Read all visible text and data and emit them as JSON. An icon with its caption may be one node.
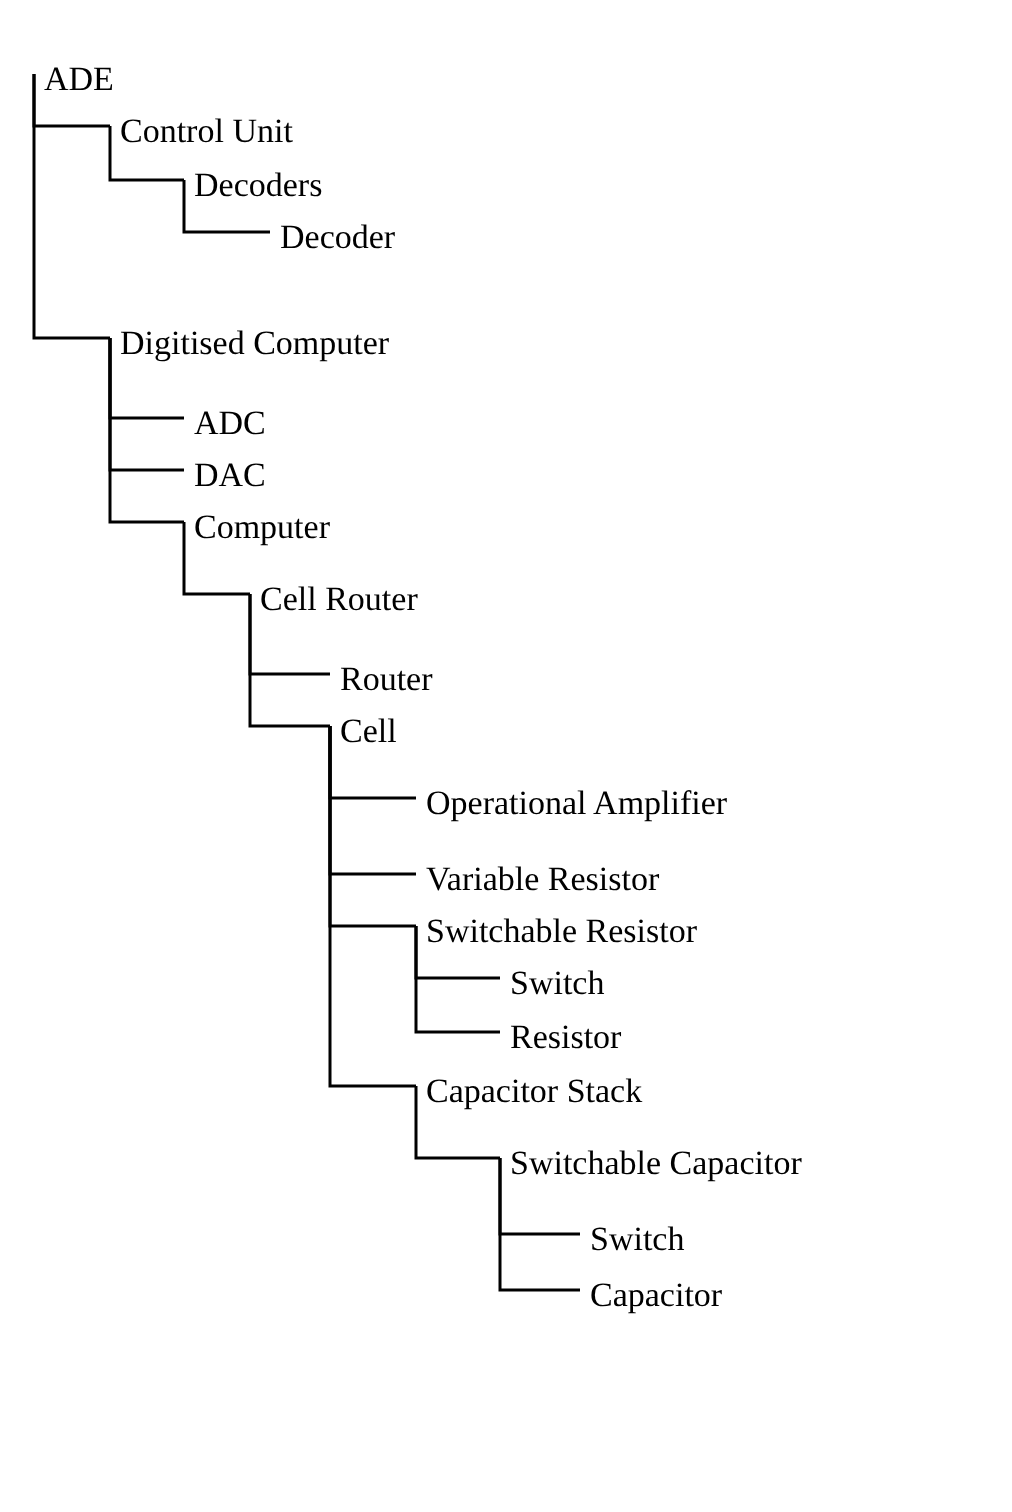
{
  "diagram": {
    "nodes": [
      {
        "text": [
          "ADE"
        ]
      },
      {
        "text": [
          "Control Unit"
        ]
      },
      {
        "text": [
          "Decoders"
        ]
      },
      {
        "text": [
          "Decoder"
        ]
      },
      {
        "text": [
          "Digitised Computer"
        ]
      },
      {
        "text": [
          "ADC"
        ]
      },
      {
        "text": [
          "DAC"
        ]
      },
      {
        "text": [
          "Computer"
        ]
      },
      {
        "text": [
          "Cell Router"
        ]
      },
      {
        "text": [
          "Router"
        ]
      },
      {
        "text": [
          "Cell"
        ]
      },
      {
        "text": [
          "Operational Amplifier"
        ]
      },
      {
        "text": [
          "Variable Resistor"
        ]
      },
      {
        "text": [
          "Switchable Resistor"
        ]
      },
      {
        "text": [
          "Switch"
        ]
      },
      {
        "text": [
          "Resistor"
        ]
      },
      {
        "text": [
          "Capacitor Stack"
        ]
      },
      {
        "text": [
          "Switchable Capacitor"
        ]
      },
      {
        "text": [
          "Switch"
        ]
      },
      {
        "text": [
          "Capacitor"
        ]
      }
    ],
    "edges": [
      {
        "from": 0,
        "to": 1,
        "arrow": "none"
      },
      {
        "from": 1,
        "to": 2,
        "arrow": "none"
      },
      {
        "from": 2,
        "to": 3,
        "arrow": "none"
      },
      {
        "from": 0,
        "to": 4,
        "arrow": "none"
      },
      {
        "from": 4,
        "to": 5,
        "arrow": "none"
      },
      {
        "from": 4,
        "to": 6,
        "arrow": "none"
      },
      {
        "from": 4,
        "to": 7,
        "arrow": "none"
      },
      {
        "from": 7,
        "to": 8,
        "arrow": "none"
      },
      {
        "from": 8,
        "to": 9,
        "arrow": "none"
      },
      {
        "from": 8,
        "to": 10,
        "arrow": "none"
      },
      {
        "from": 10,
        "to": 11,
        "arrow": "none"
      },
      {
        "from": 10,
        "to": 12,
        "arrow": "none"
      },
      {
        "from": 10,
        "to": 13,
        "arrow": "none"
      },
      {
        "from": 13,
        "to": 14,
        "arrow": "none"
      },
      {
        "from": 13,
        "to": 15,
        "arrow": "none"
      },
      {
        "from": 10,
        "to": 16,
        "arrow": "none"
      },
      {
        "from": 16,
        "to": 17,
        "arrow": "none"
      },
      {
        "from": 17,
        "to": 18,
        "arrow": "none"
      },
      {
        "from": 17,
        "to": 19,
        "arrow": "none"
      }
    ]
  }
}
